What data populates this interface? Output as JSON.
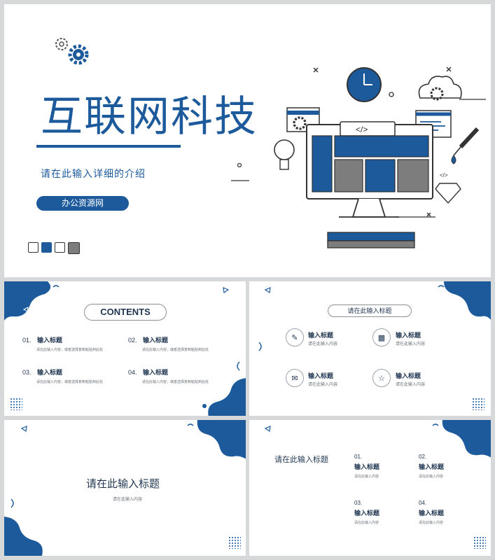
{
  "colors": {
    "brand": "#1c5a9c",
    "accent_grey": "#7d7d7d",
    "dark_text": "#1f3550"
  },
  "cover": {
    "title": "互联网科技",
    "subtitle": "请在此输入详细的介绍",
    "button_label": "办公资源网",
    "code_tag": "</>",
    "small_code_tag": "</>"
  },
  "contents": {
    "header": "CONTENTS",
    "items": [
      {
        "num": "01.",
        "title": "输入标题",
        "desc": "请在此输入内容，或者选择复制粘贴到此处"
      },
      {
        "num": "02.",
        "title": "输入标题",
        "desc": "请在此输入内容，或者选择复制粘贴到此处"
      },
      {
        "num": "03.",
        "title": "输入标题",
        "desc": "请在此输入内容，或者选择复制粘贴到此处"
      },
      {
        "num": "04.",
        "title": "输入标题",
        "desc": "请在此输入内容，或者选择复制粘贴到此处"
      }
    ]
  },
  "icons_slide": {
    "header": "请在此输入标题",
    "items": [
      {
        "title": "输入标题",
        "desc": "请在此输入内容",
        "icon": "document-icon"
      },
      {
        "title": "输入标题",
        "desc": "请在此输入内容",
        "icon": "chart-icon"
      },
      {
        "title": "输入标题",
        "desc": "请在此输入内容",
        "icon": "chat-icon"
      },
      {
        "title": "输入标题",
        "desc": "请在此输入内容",
        "icon": "trophy-icon"
      }
    ]
  },
  "section_slide": {
    "title": "请在此输入标题",
    "subtitle": "请在此输入内容"
  },
  "list_slide": {
    "title": "请在此输入标题",
    "items": [
      {
        "num": "01.",
        "title": "输入标题",
        "desc": "请在此输入内容"
      },
      {
        "num": "02.",
        "title": "输入标题",
        "desc": "请在此输入内容"
      },
      {
        "num": "03.",
        "title": "输入标题",
        "desc": "请在此输入内容"
      },
      {
        "num": "04.",
        "title": "输入标题",
        "desc": "请在此输入内容"
      }
    ]
  }
}
